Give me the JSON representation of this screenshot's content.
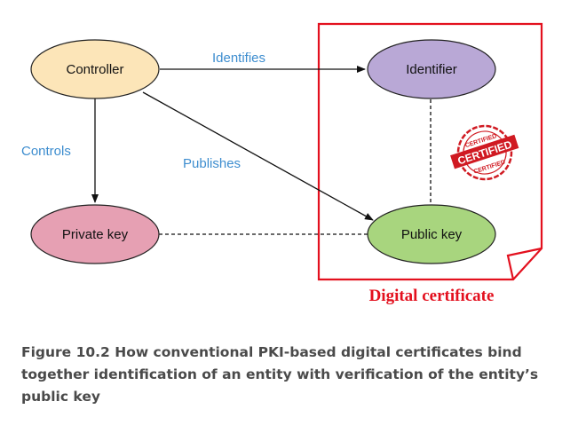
{
  "nodes": {
    "controller": {
      "label": "Controller",
      "fill": "#fce5b8"
    },
    "identifier": {
      "label": "Identifier",
      "fill": "#b9a8d6"
    },
    "private_key": {
      "label": "Private key",
      "fill": "#e6a0b3"
    },
    "public_key": {
      "label": "Public key",
      "fill": "#a8d57e"
    }
  },
  "edges": {
    "identifies": "Identifies",
    "controls": "Controls",
    "publishes": "Publishes"
  },
  "certificate": {
    "label": "Digital certificate",
    "color": "#e3101e",
    "stamp_top": "CERTIFIED",
    "stamp_main": "CERTIFIED",
    "stamp_bottom": "CERTIFIED"
  },
  "caption": "Figure 10.2   How conventional PKI-based digital certificates bind together identification of an entity with verification of the entity’s public key"
}
